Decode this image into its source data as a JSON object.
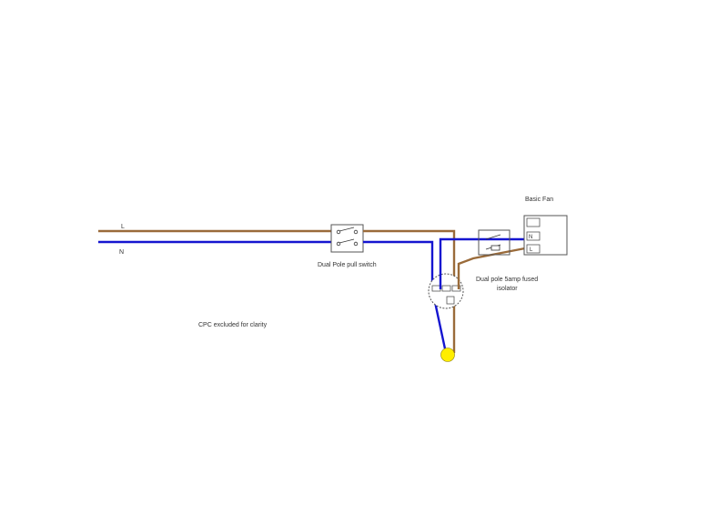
{
  "diagram": {
    "title": "Dual pole pull switch fan wiring",
    "colors": {
      "live": "#9a6b3a",
      "neutral": "#1515d0",
      "lamp": "#ffee00",
      "component_stroke": "#555555"
    },
    "supply": {
      "live_label": "L",
      "neutral_label": "N"
    },
    "components": {
      "pull_switch": {
        "label": "Dual Pole pull switch"
      },
      "isolator": {
        "label_line1": "Dual pole 5amp fused",
        "label_line2": "isolator"
      },
      "fan": {
        "label": "Basic Fan",
        "terminal_n": "N",
        "terminal_l": "L"
      }
    },
    "notes": {
      "cpc": "CPC excluded for clarity"
    }
  }
}
